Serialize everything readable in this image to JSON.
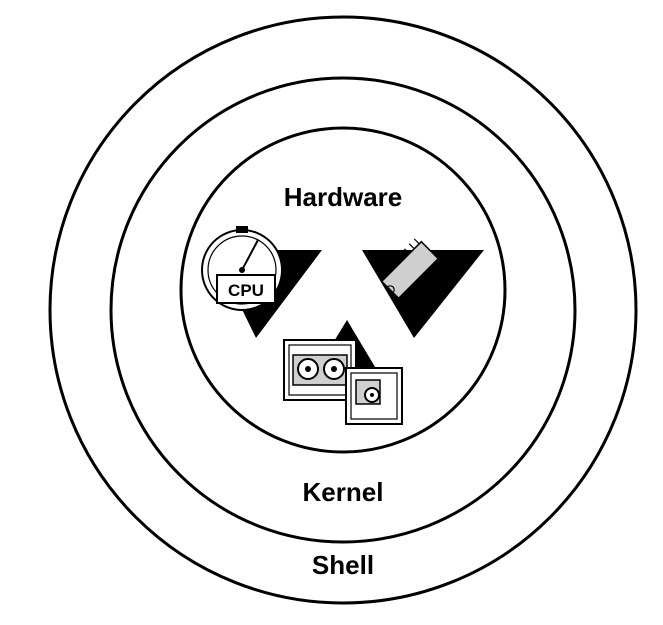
{
  "diagram": {
    "labels": {
      "hardware": "Hardware",
      "kernel": "Kernel",
      "shell": "Shell",
      "cpu": "CPU"
    },
    "icons": [
      "clock-icon",
      "chip-icon",
      "disk-drive-icon"
    ],
    "colors": {
      "ink": "#000000",
      "background": "#ffffff"
    }
  }
}
